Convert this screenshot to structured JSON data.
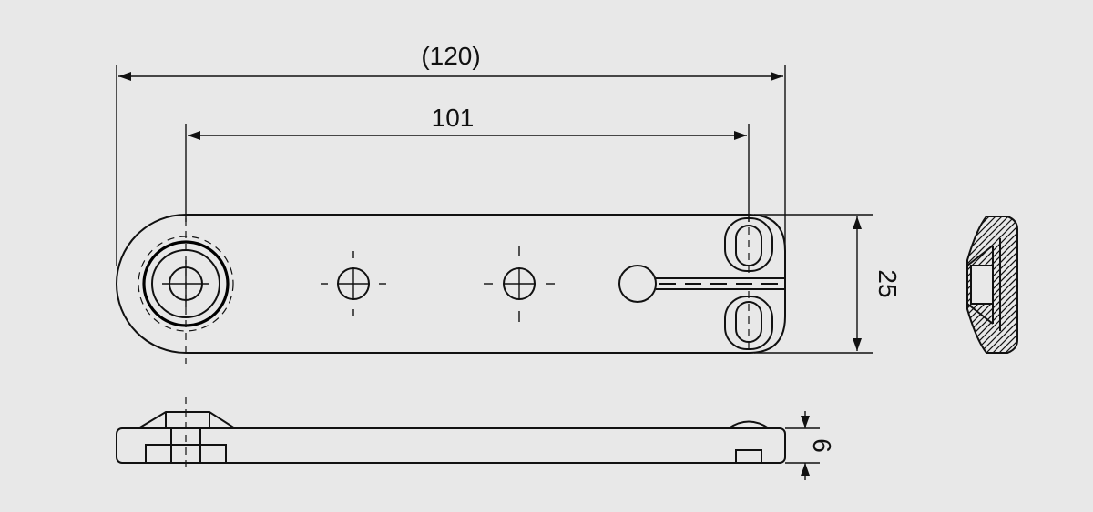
{
  "dimensions": {
    "overall_length": "(120)",
    "hole_spacing": "101",
    "width": "25",
    "thickness": "6"
  }
}
